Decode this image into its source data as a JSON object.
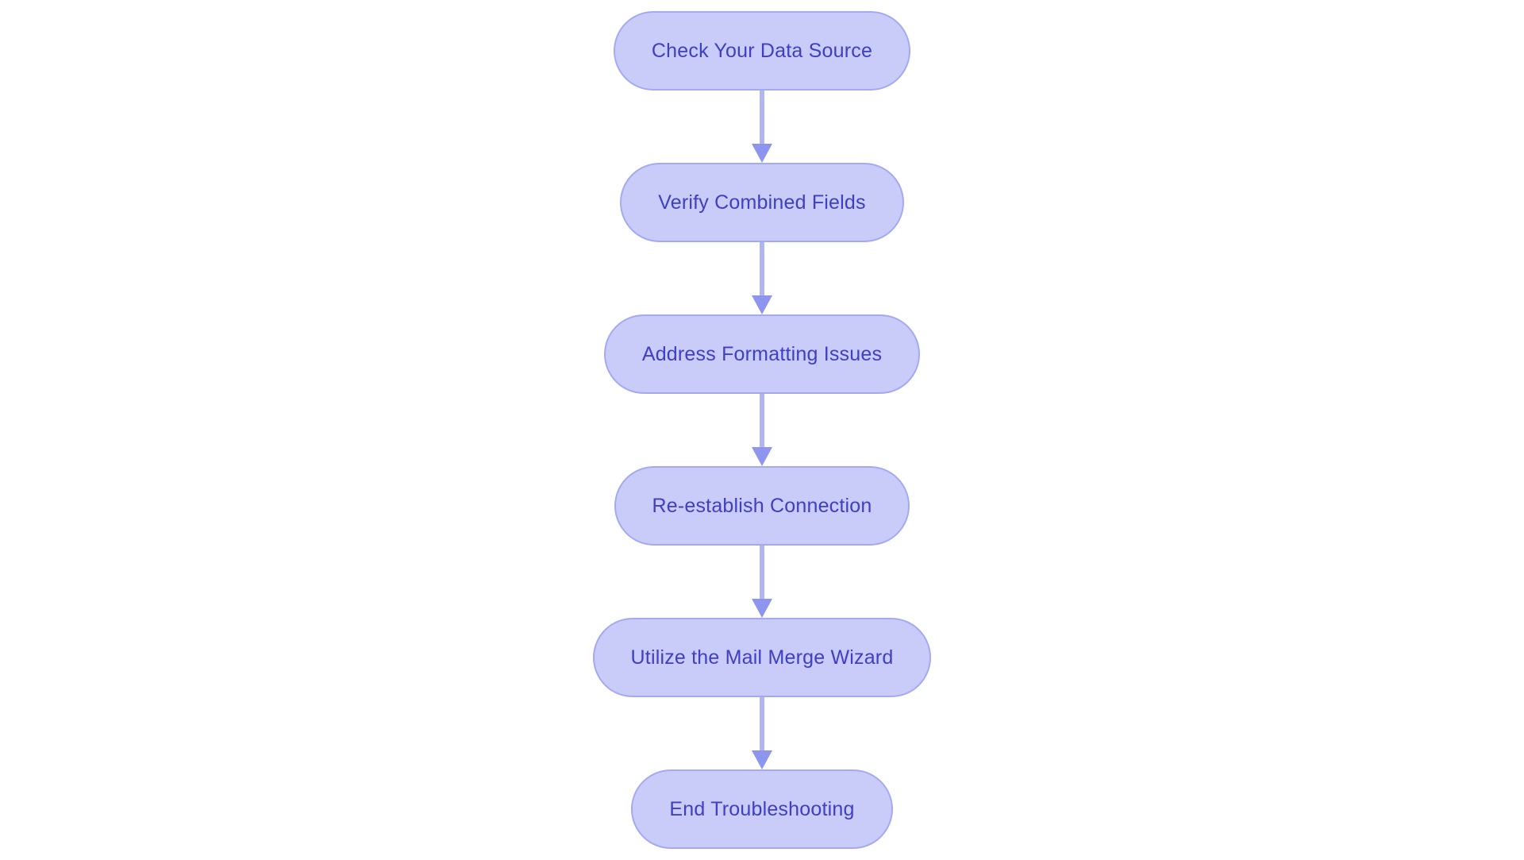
{
  "diagram": {
    "type": "flowchart",
    "direction": "top-down",
    "nodes": [
      {
        "id": "n1",
        "label": "Check Your Data Source"
      },
      {
        "id": "n2",
        "label": "Verify Combined Fields"
      },
      {
        "id": "n3",
        "label": "Address Formatting Issues"
      },
      {
        "id": "n4",
        "label": "Re-establish Connection"
      },
      {
        "id": "n5",
        "label": "Utilize the Mail Merge Wizard"
      },
      {
        "id": "n6",
        "label": "End Troubleshooting"
      }
    ],
    "edges": [
      {
        "from": "n1",
        "to": "n2"
      },
      {
        "from": "n2",
        "to": "n3"
      },
      {
        "from": "n3",
        "to": "n4"
      },
      {
        "from": "n4",
        "to": "n5"
      },
      {
        "from": "n5",
        "to": "n6"
      }
    ],
    "colors": {
      "background": "#ffffff",
      "node_fill": "#c9cbf8",
      "node_border": "#a4aaf2",
      "node_text": "#3e3fc4",
      "arrow_line": "#b0b5f3",
      "arrow_head": "#8e95ef"
    }
  }
}
